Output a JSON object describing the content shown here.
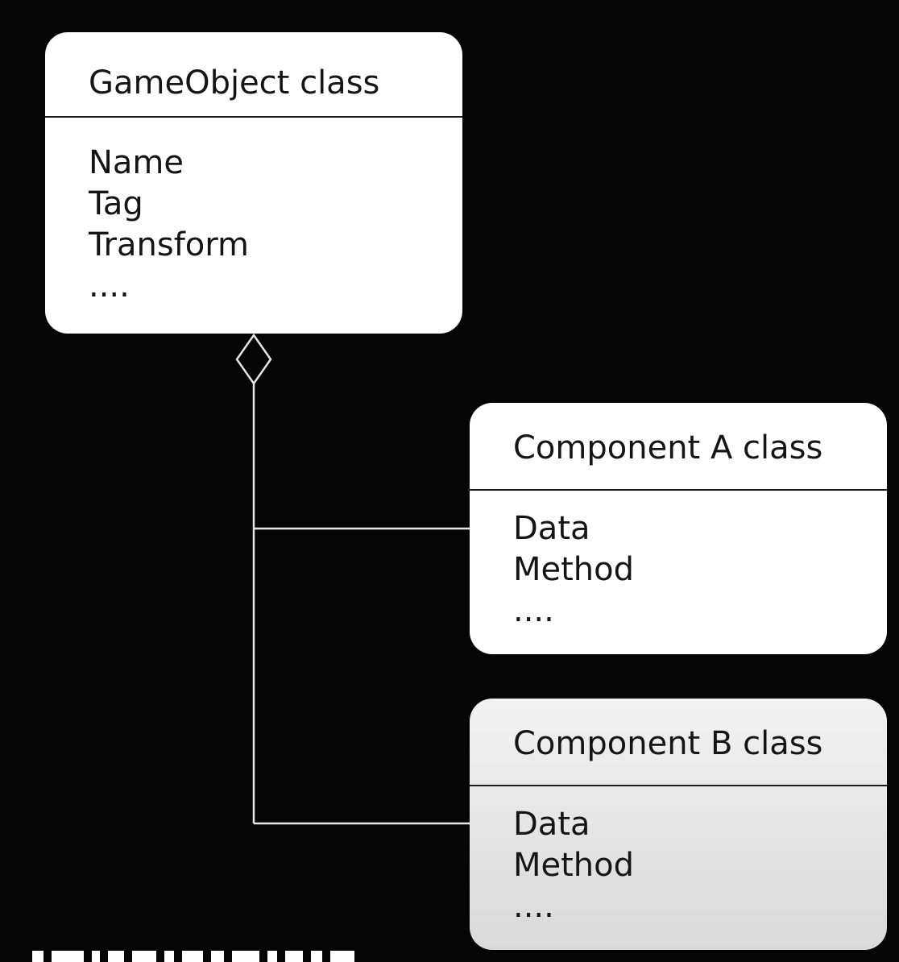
{
  "diagram": {
    "gameobject": {
      "title": "GameObject class",
      "members": [
        "Name",
        "Tag",
        "Transform",
        "...."
      ]
    },
    "component_a": {
      "title": "Component A class",
      "members": [
        "Data",
        "Method",
        "...."
      ]
    },
    "component_b": {
      "title": "Component B class",
      "members": [
        "Data",
        "Method",
        "...."
      ]
    },
    "relationship": "aggregation"
  },
  "colors": {
    "background": "#050505",
    "box": "#ffffff",
    "box_shaded": "#dcdcdc",
    "line": "#e6e6e6",
    "text": "#151515"
  }
}
